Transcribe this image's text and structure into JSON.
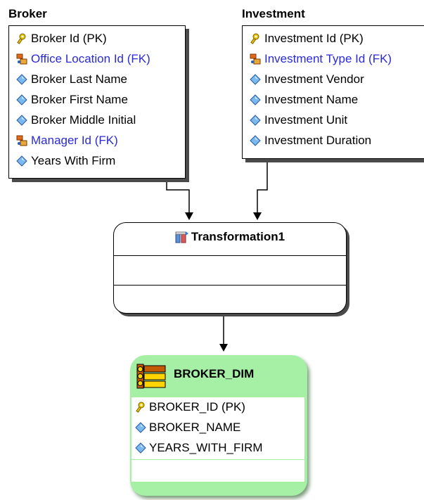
{
  "broker": {
    "title": "Broker",
    "attributes": [
      {
        "label": "Broker Id (PK)",
        "kind": "pk"
      },
      {
        "label": "Office Location Id (FK)",
        "kind": "fk"
      },
      {
        "label": "Broker Last Name",
        "kind": "attr"
      },
      {
        "label": "Broker First Name",
        "kind": "attr"
      },
      {
        "label": "Broker Middle Initial",
        "kind": "attr"
      },
      {
        "label": "Manager Id (FK)",
        "kind": "fk"
      },
      {
        "label": "Years With Firm",
        "kind": "attr"
      }
    ]
  },
  "investment": {
    "title": "Investment",
    "attributes": [
      {
        "label": "Investment Id (PK)",
        "kind": "pk"
      },
      {
        "label": "Investment Type Id (FK)",
        "kind": "fk"
      },
      {
        "label": "Investment Vendor",
        "kind": "attr"
      },
      {
        "label": "Investment Name",
        "kind": "attr"
      },
      {
        "label": "Investment Unit",
        "kind": "attr"
      },
      {
        "label": "Investment Duration",
        "kind": "attr"
      }
    ]
  },
  "transformation": {
    "title": "Transformation1"
  },
  "broker_dim": {
    "title": "BROKER_DIM",
    "attributes": [
      {
        "label": "BROKER_ID (PK)",
        "kind": "pk"
      },
      {
        "label": "BROKER_NAME",
        "kind": "attr"
      },
      {
        "label": "YEARS_WITH_FIRM",
        "kind": "attr"
      }
    ]
  },
  "colors": {
    "fk_text": "#2a2ad8",
    "dim_fill": "#a6f0a6"
  },
  "icons": {
    "pk": "key-icon",
    "fk": "foreign-key-icon",
    "attr": "diamond-icon",
    "transformation": "transformation-icon",
    "table": "table-icon"
  }
}
